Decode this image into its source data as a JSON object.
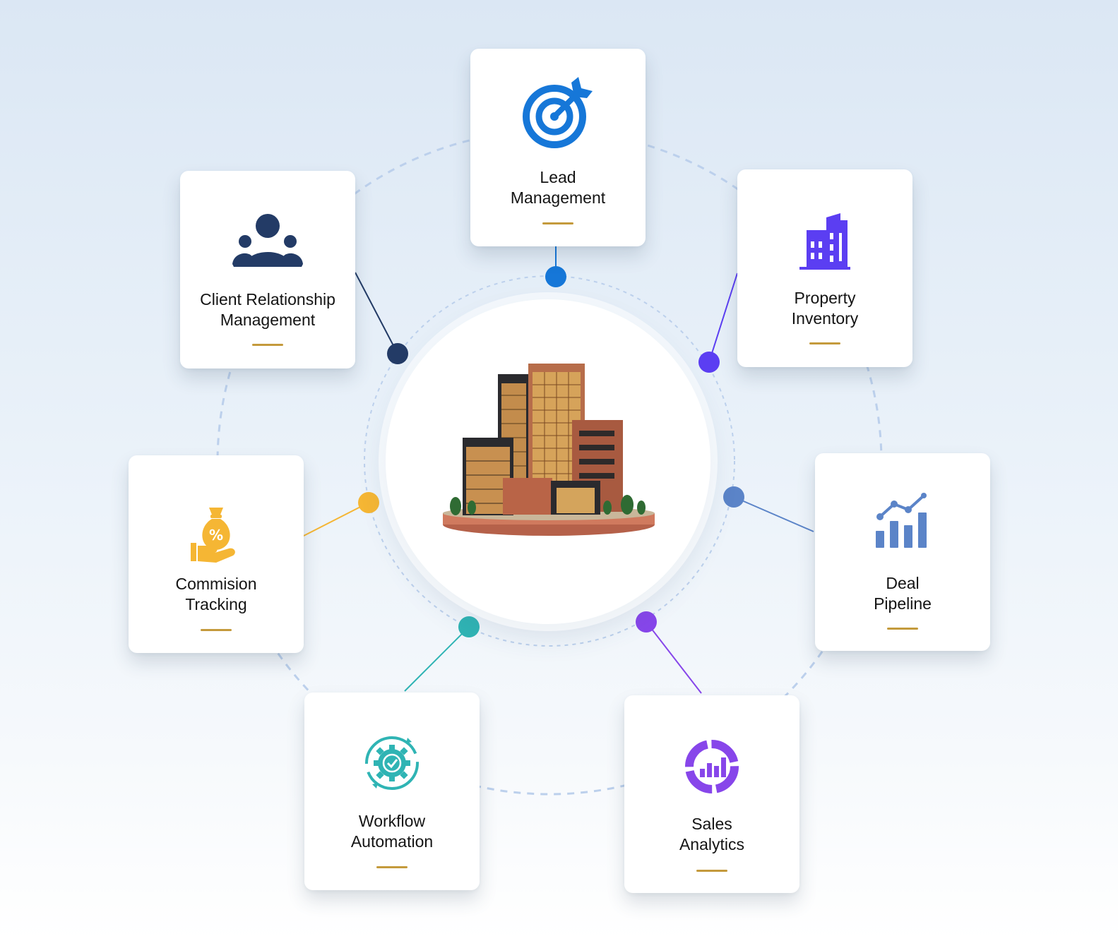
{
  "colors": {
    "underline": "#c49a3c",
    "dashed_ring": "#bcd0ec",
    "label_text": "#141414"
  },
  "center": {
    "icon": "office-building-illustration"
  },
  "cards": [
    {
      "key": "lead",
      "label": "Lead\nManagement",
      "icon": "target-arrow-icon",
      "color": "#1677d8"
    },
    {
      "key": "crm",
      "label": "Client Relationship\nManagement",
      "icon": "user-group-icon",
      "color": "#233b66"
    },
    {
      "key": "property",
      "label": "Property\nInventory",
      "icon": "building-icon",
      "color": "#5b3ef2"
    },
    {
      "key": "commission",
      "label": "Commision\nTracking",
      "icon": "money-bag-hand-icon",
      "color": "#f5b634"
    },
    {
      "key": "deal",
      "label": "Deal\nPipeline",
      "icon": "bar-chart-trend-icon",
      "color": "#5b84c8"
    },
    {
      "key": "workflow",
      "label": "Workflow\nAutomation",
      "icon": "gear-check-cycle-icon",
      "color": "#2fb4b4"
    },
    {
      "key": "sales",
      "label": "Sales\nAnalytics",
      "icon": "donut-bar-chart-icon",
      "color": "#8746ea"
    }
  ]
}
